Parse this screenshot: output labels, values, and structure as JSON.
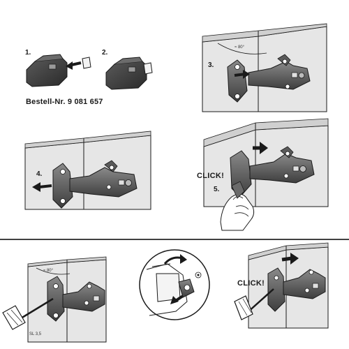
{
  "steps": {
    "s1": "1.",
    "s2": "2.",
    "s3": "3.",
    "s4": "4.",
    "s5": "5."
  },
  "order_number": "Bestell-Nr. 9 081 657",
  "angle_top": "≈ 80°",
  "angle_bottom": "≈ 80°",
  "click_top": "CLICK!",
  "click_bottom": "CLICK!",
  "screwdriver_code": "SL 3,5",
  "colors": {
    "panel": "#e4e4e4",
    "hinge_dark": "#3d3d3d",
    "hinge_mid": "#707070",
    "line": "#1a1a1a",
    "divider": "#000000"
  }
}
